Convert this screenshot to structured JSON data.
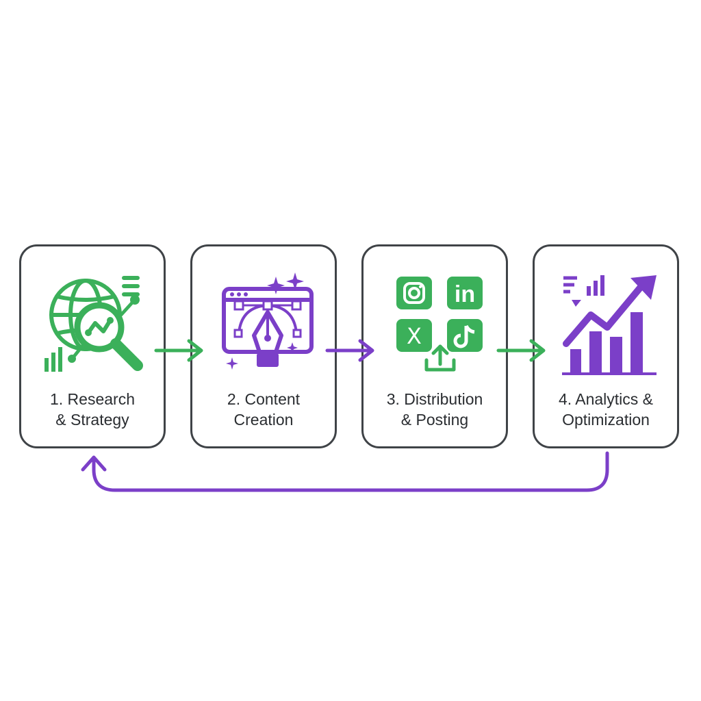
{
  "colors": {
    "green": "#3bb05a",
    "purple": "#7b3fc8",
    "border": "#3f4347",
    "text": "#2a2d31"
  },
  "steps": [
    {
      "line1": "1. Research",
      "line2": "& Strategy",
      "icon": "globe-magnifier-icon"
    },
    {
      "line1": "2. Content",
      "line2": "Creation",
      "icon": "pen-tool-icon"
    },
    {
      "line1": "3. Distribution",
      "line2": "& Posting",
      "icon": "social-share-icon",
      "social_icons": [
        "instagram-icon",
        "linkedin-icon",
        "x-icon",
        "tiktok-icon"
      ],
      "linkedin_text": "in",
      "x_text": "X"
    },
    {
      "line1": "4. Analytics &",
      "line2": "Optimization",
      "icon": "growth-chart-icon"
    }
  ],
  "connectors": [
    {
      "from": 1,
      "to": 2,
      "color": "green"
    },
    {
      "from": 2,
      "to": 3,
      "color": "purple"
    },
    {
      "from": 3,
      "to": 4,
      "color": "green"
    },
    {
      "from": 4,
      "to": 1,
      "color": "purple",
      "type": "loop-back"
    }
  ]
}
